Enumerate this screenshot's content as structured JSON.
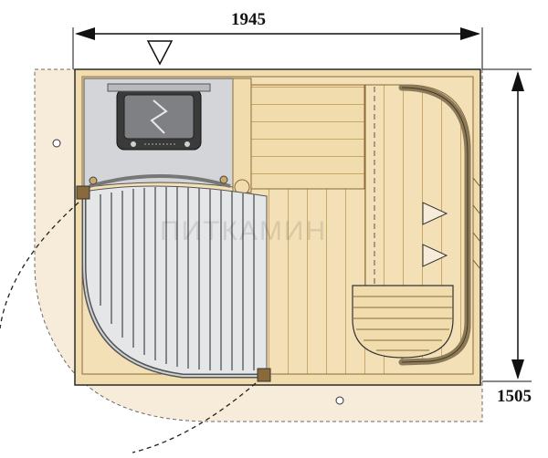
{
  "dimensions": {
    "width_label": "1945",
    "depth_label": "1505"
  },
  "watermark": "ПИТКАМИН",
  "icons": {
    "entrance_marker": "triangle-down-icon",
    "heater": "sauna-heater-icon",
    "backrest_markers": "triangle-right-icon"
  },
  "colors": {
    "floor_area": "#f6ecd9",
    "wood": "#f1dcae",
    "wood_line": "#c9a868",
    "heater_zone": "#d3d5d8",
    "stroke": "#2a2a2a"
  }
}
